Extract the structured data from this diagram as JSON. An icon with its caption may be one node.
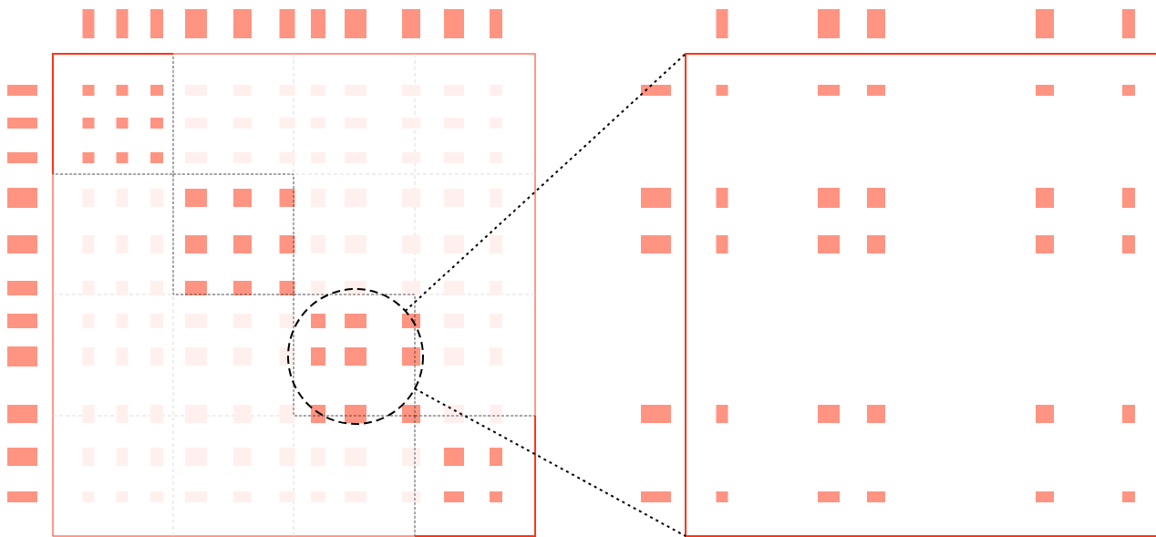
{
  "diagram": {
    "nodes": [
      {
        "text": [],
        "shape": "box"
      },
      {
        "text": [],
        "shape": "circle",
        "in": 0
      },
      {
        "text": [],
        "shape": "box"
      }
    ],
    "edges": [
      {
        "from": 1,
        "to": 2,
        "arrow": "none",
        "style": "dashed"
      },
      {
        "from": 1,
        "to": 2,
        "arrow": "none",
        "style": "dashed"
      }
    ]
  }
}
